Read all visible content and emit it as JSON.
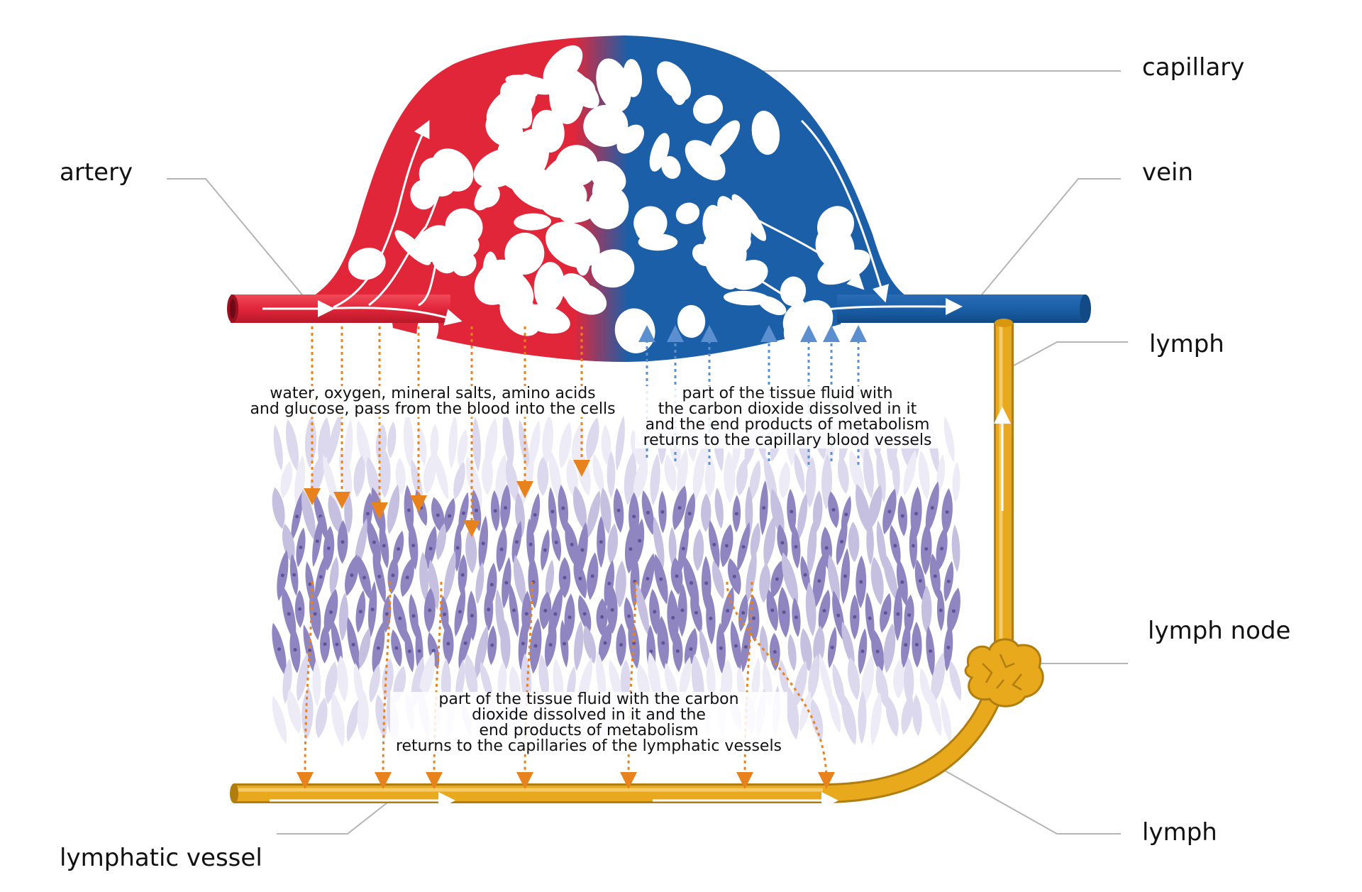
{
  "labels": {
    "capillary": "capillary",
    "artery": "artery",
    "vein": "vein",
    "lymph_top": "lymph",
    "lymph_node": "lymph node",
    "lymph_bottom": "lymph",
    "lymphatic_vessel": "lymphatic vessel"
  },
  "captions": {
    "blood_to_cells": [
      "water, oxygen, mineral salts, amino acids",
      "and glucose, pass from the blood into the cells"
    ],
    "fluid_to_capillaries": [
      "part of the tissue fluid with",
      "the carbon dioxide dissolved in it",
      "and the end products of metabolism",
      "returns to the capillary blood vessels"
    ],
    "fluid_to_lymphatic": [
      "part of the tissue fluid with the carbon",
      "dioxide dissolved in it and the",
      "end products of metabolism",
      "returns to the capillaries of the lymphatic vessels"
    ]
  },
  "colors": {
    "artery": "#e2263a",
    "vein": "#1a5fa8",
    "lymph": "#e8a91c",
    "cells": "#8f85c0",
    "arrow_out": "#e8821c",
    "arrow_in": "#5b8fd0",
    "leader": "#b5b5b5"
  }
}
